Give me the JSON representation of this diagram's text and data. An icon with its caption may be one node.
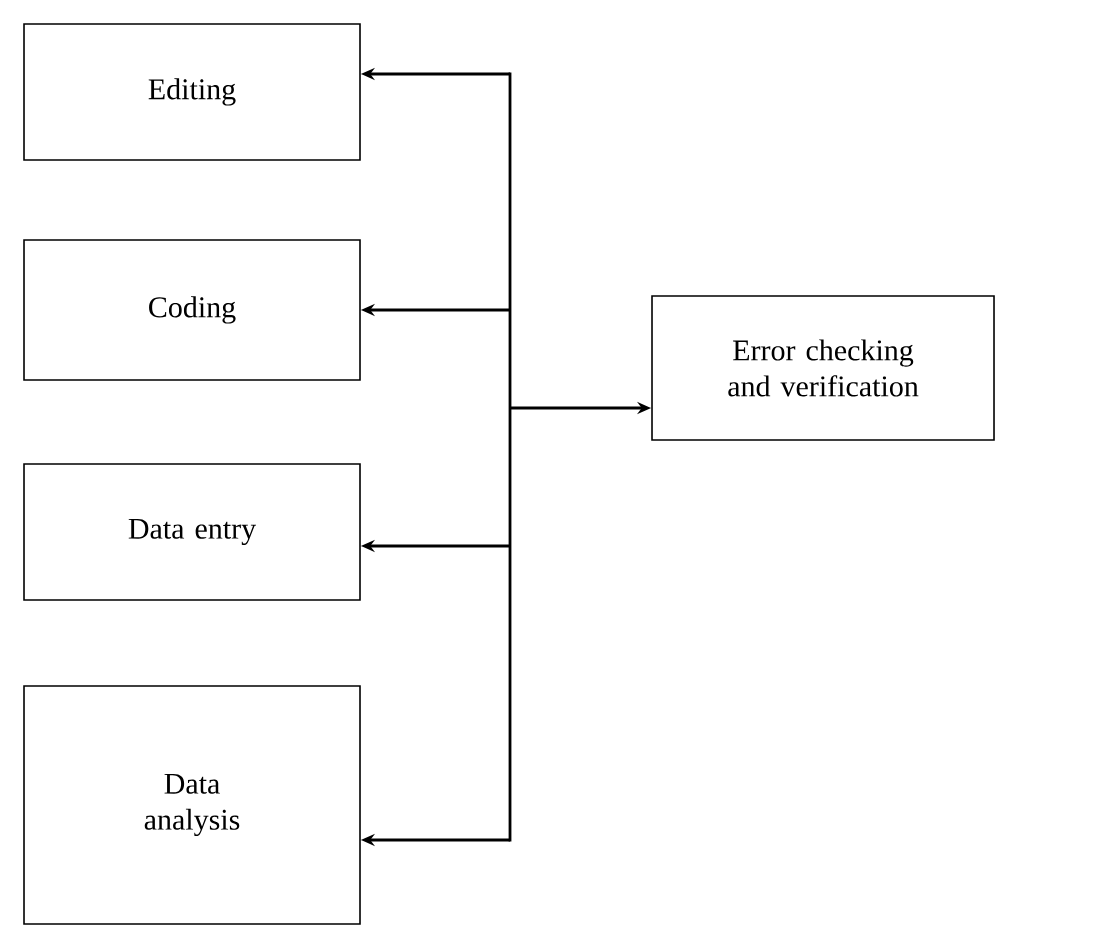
{
  "diagram": {
    "nodes": [
      {
        "text": [
          "Editing"
        ]
      },
      {
        "text": [
          "Coding"
        ]
      },
      {
        "text": [
          "Data entry"
        ]
      },
      {
        "text": [
          "Data analysis"
        ]
      },
      {
        "text": [
          "Error checking and verification"
        ]
      }
    ],
    "edges": [
      {
        "from": null,
        "to": 0,
        "arrow": "to"
      },
      {
        "from": null,
        "to": 1,
        "arrow": "to"
      },
      {
        "from": null,
        "to": 4,
        "arrow": "to"
      },
      {
        "from": null,
        "to": 2,
        "arrow": "to"
      },
      {
        "from": null,
        "to": 3,
        "arrow": "to"
      }
    ]
  }
}
